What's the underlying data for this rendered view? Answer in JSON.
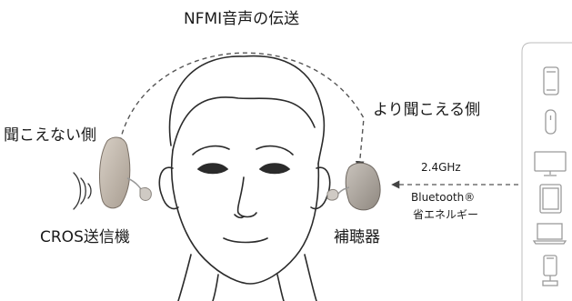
{
  "title": "NFMI音声の伝送",
  "left_side_label": "聞こえない側",
  "right_side_label": "より聞こえる側",
  "cros_label": "CROS送信機",
  "hearing_aid_label": "補聴器",
  "frequency_label": "2.4GHz",
  "bluetooth_label": "Bluetooth®",
  "bluetooth_sub_label": "省エネルギー",
  "devices": [
    "smartphone-icon",
    "remote-icon",
    "tv-icon",
    "tablet-icon",
    "laptop-icon",
    "tv-connector-icon"
  ],
  "colors": {
    "line": "#3a3a3a",
    "dash": "#555555",
    "device": "#9a9a9a",
    "hearing_aid": "#c9bfb4"
  }
}
